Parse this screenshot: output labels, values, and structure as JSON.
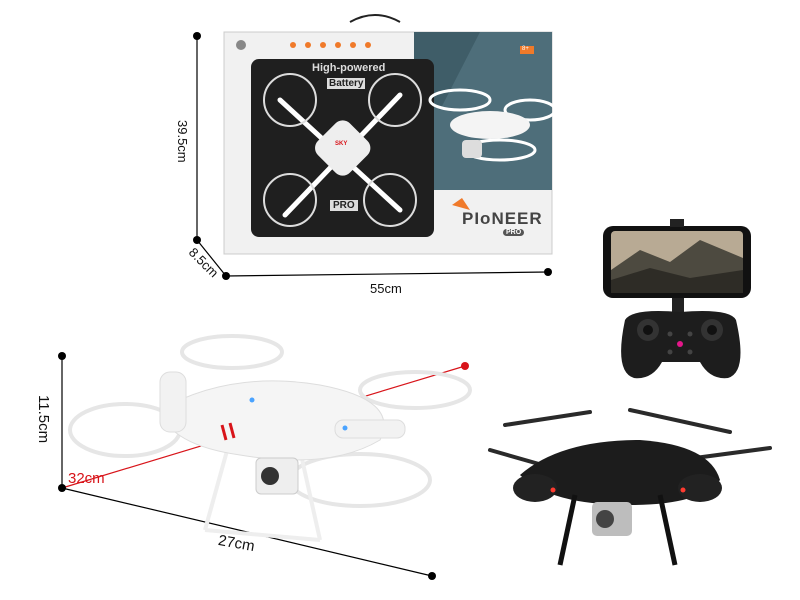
{
  "dimensions": {
    "box_height": "39.5cm",
    "box_depth": "8.5cm",
    "box_width": "55cm",
    "drone_height": "11.5cm",
    "drone_length": "32cm",
    "drone_width": "27cm"
  },
  "box": {
    "headline": "High-powered",
    "badge_battery": "Battery",
    "badge_pro": "PRO",
    "brand": "PIoNEER",
    "brand_sub": "PRO",
    "drone_logo": "SKY",
    "age_badge": "8+"
  },
  "colors": {
    "dimension_line": "#000000",
    "diagonal_dimension": "#d8141a",
    "accent_orange": "#f07a2a",
    "box_panel": "#4e6e7a",
    "black_drone": "#1c1c1c"
  }
}
